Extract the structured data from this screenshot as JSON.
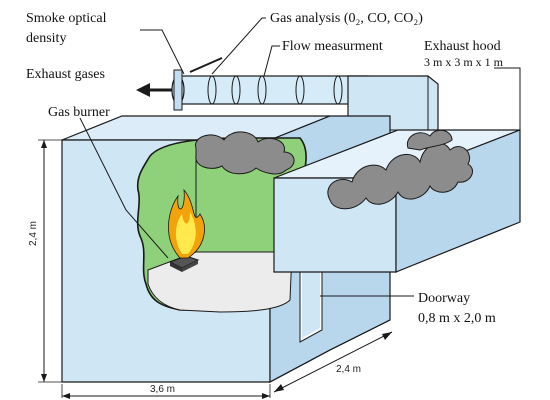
{
  "labels": {
    "smoke_optical_line1": "Smoke optical",
    "smoke_optical_line2": "density",
    "exhaust_gases": "Exhaust gases",
    "gas_analysis": "Gas analysis (0₂, CO, CO₂)",
    "flow_measurement": "Flow measurment",
    "exhaust_hood": "Exhaust hood",
    "hood_size": "3 m x 3 m x 1 m",
    "gas_burner": "Gas burner",
    "doorway": "Doorway",
    "doorway_size": "0,8 m x 2,0 m"
  },
  "dimensions": {
    "height": "2,4 m",
    "length": "3,6 m",
    "width": "2,4 m"
  },
  "colors": {
    "room_wall": "#cfe6f5",
    "room_wall_side": "#b9d7ec",
    "room_interior": "#8fd07a",
    "floor": "#ececec",
    "smoke": "#8c8c8c",
    "flame_outer": "#f2a20a",
    "flame_inner": "#ffe94d",
    "outline": "#1a1a1a"
  }
}
